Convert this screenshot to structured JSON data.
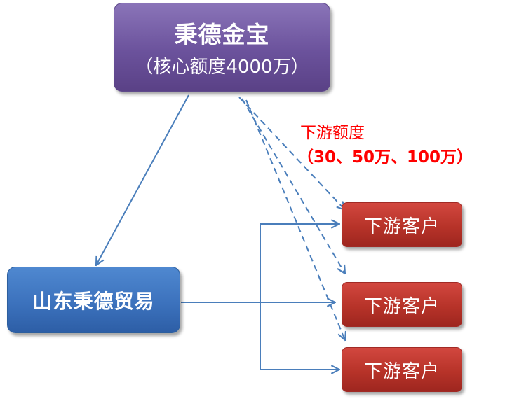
{
  "top_node": {
    "title": "秉德金宝",
    "subtitle": "（核心额度4000万）"
  },
  "left_node": {
    "title": "山东秉德贸易"
  },
  "customers": [
    {
      "label": "下游客户"
    },
    {
      "label": "下游客户"
    },
    {
      "label": "下游客户"
    }
  ],
  "annotation": {
    "line1": "下游额度",
    "line2": "（30、50万、100万）"
  },
  "colors": {
    "top_box": "#6b529c",
    "left_box": "#3c72bd",
    "customer_box": "#b73329",
    "connector": "#4a7ebb",
    "annotation_text": "#ff0000"
  }
}
